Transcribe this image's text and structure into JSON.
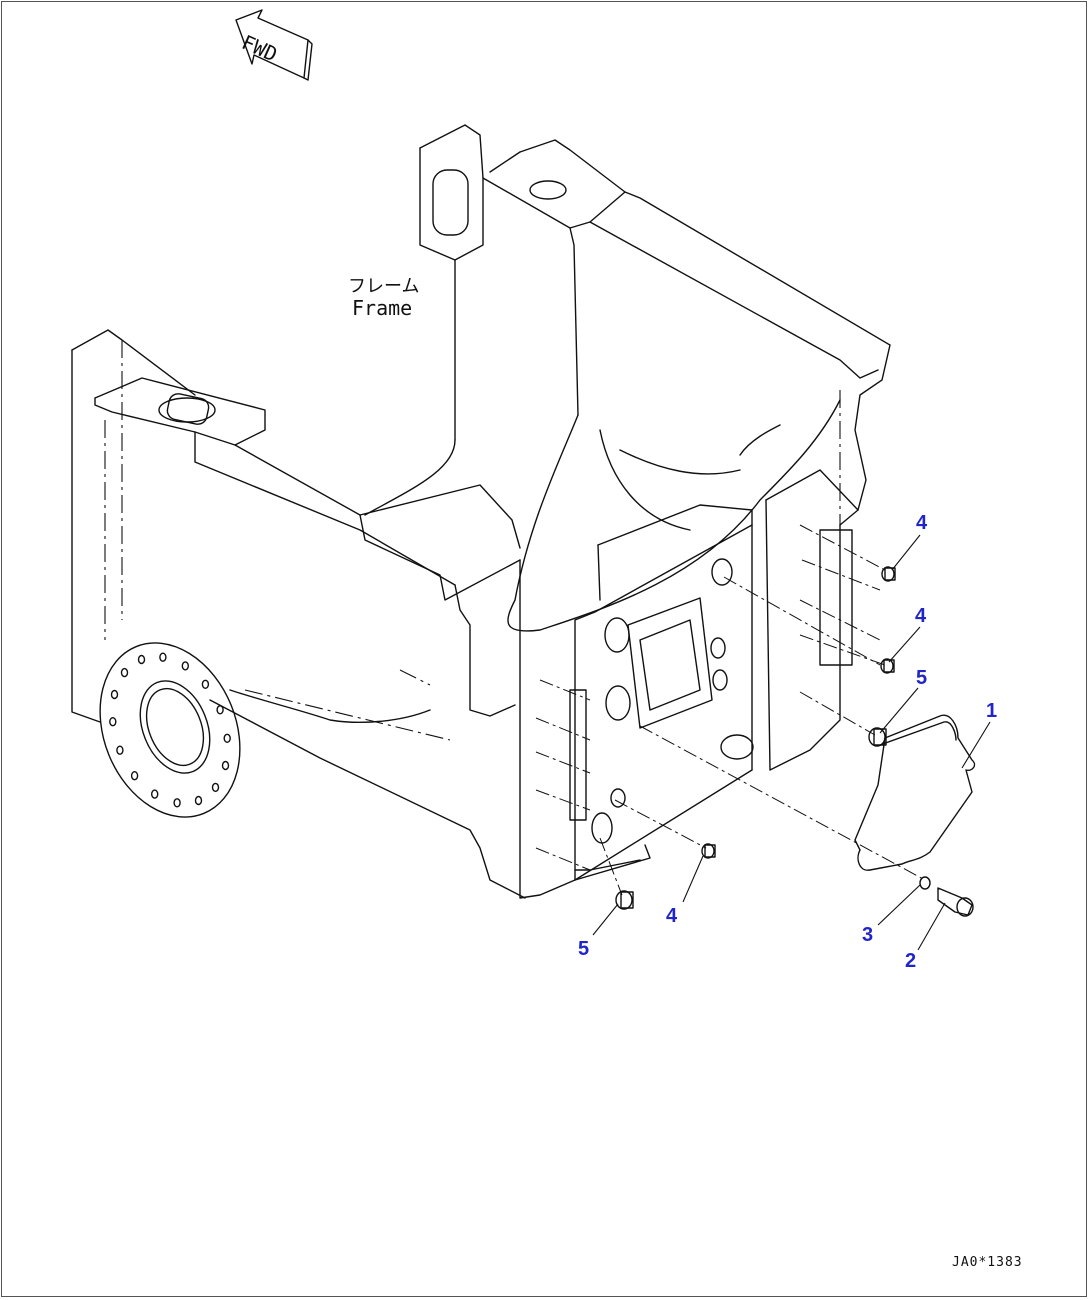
{
  "direction_indicator": {
    "label": "FWD"
  },
  "frame_label": {
    "japanese": "フレーム",
    "english": "Frame"
  },
  "callouts": [
    {
      "id": "c1",
      "number": "1"
    },
    {
      "id": "c2",
      "number": "2"
    },
    {
      "id": "c3",
      "number": "3"
    },
    {
      "id": "c4a",
      "number": "4"
    },
    {
      "id": "c4b",
      "number": "4"
    },
    {
      "id": "c4c",
      "number": "4"
    },
    {
      "id": "c5a",
      "number": "5"
    },
    {
      "id": "c5b",
      "number": "5"
    }
  ],
  "drawing_code": "JA0*1383",
  "colors": {
    "callout": "#1f25c8",
    "lines": "#111111"
  }
}
